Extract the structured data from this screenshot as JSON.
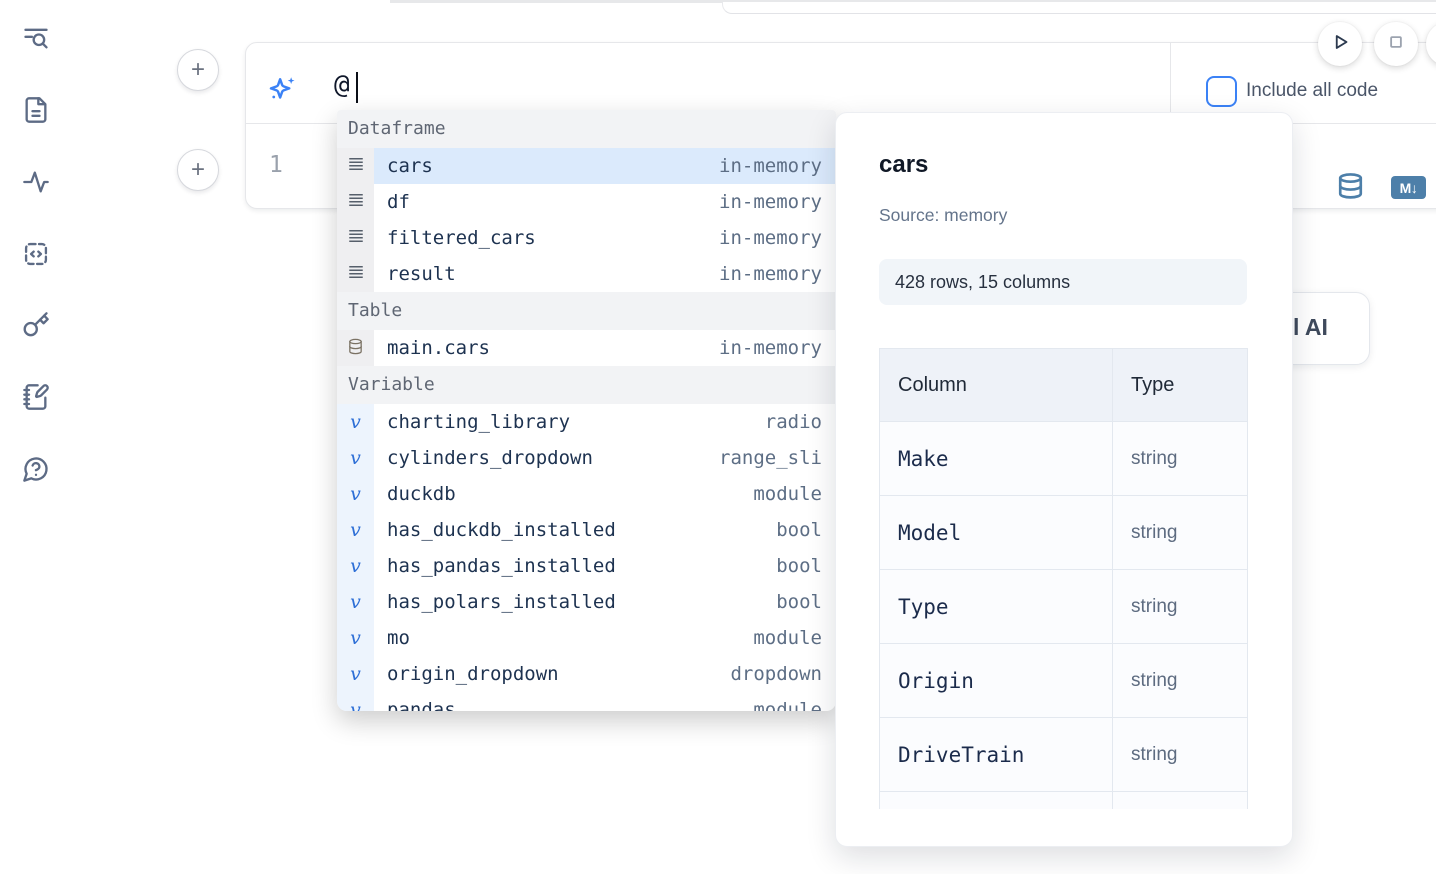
{
  "sidebar": {
    "icons": [
      "list-search",
      "file-text",
      "activity",
      "code-square",
      "key",
      "notebook-pen",
      "help-circle"
    ]
  },
  "run_controls": {
    "play": "play-icon",
    "stop": "stop-icon"
  },
  "cell": {
    "add_cell_top": "+",
    "add_cell_bottom": "+",
    "ai_row": {
      "icon": "sparkles",
      "input_value": "@",
      "include_label": "Include all code",
      "include_checked": false
    },
    "editor": {
      "line_number": "1",
      "database_icon": "database",
      "markdown_glyph": "M↓"
    }
  },
  "autocomplete": {
    "sections": [
      {
        "label": "Dataframe",
        "items": [
          {
            "icon": "dataframe-rows",
            "name": "cars",
            "type": "in-memory",
            "selected": true
          },
          {
            "icon": "dataframe-rows",
            "name": "df",
            "type": "in-memory"
          },
          {
            "icon": "dataframe-rows",
            "name": "filtered_cars",
            "type": "in-memory"
          },
          {
            "icon": "dataframe-rows",
            "name": "result",
            "type": "in-memory"
          }
        ]
      },
      {
        "label": "Table",
        "items": [
          {
            "icon": "database",
            "name": "main.cars",
            "type": "in-memory"
          }
        ]
      },
      {
        "label": "Variable",
        "items": [
          {
            "icon": "variable-v",
            "name": "charting_library",
            "type": "radio"
          },
          {
            "icon": "variable-v",
            "name": "cylinders_dropdown",
            "type": "range_sli"
          },
          {
            "icon": "variable-v",
            "name": "duckdb",
            "type": "module"
          },
          {
            "icon": "variable-v",
            "name": "has_duckdb_installed",
            "type": "bool"
          },
          {
            "icon": "variable-v",
            "name": "has_pandas_installed",
            "type": "bool"
          },
          {
            "icon": "variable-v",
            "name": "has_polars_installed",
            "type": "bool"
          },
          {
            "icon": "variable-v",
            "name": "mo",
            "type": "module"
          },
          {
            "icon": "variable-v",
            "name": "origin_dropdown",
            "type": "dropdown"
          },
          {
            "icon": "variable-v",
            "name": "pandas",
            "type": "module",
            "partial": true
          }
        ]
      }
    ]
  },
  "preview": {
    "title": "cars",
    "source_label": "Source: memory",
    "shape_badge": "428 rows, 15 columns",
    "schema_table": {
      "col_header": "Column",
      "type_header": "Type",
      "rows": [
        {
          "column": "Make",
          "type": "string"
        },
        {
          "column": "Model",
          "type": "string"
        },
        {
          "column": "Type",
          "type": "string"
        },
        {
          "column": "Origin",
          "type": "string"
        },
        {
          "column": "DriveTrain",
          "type": "string"
        }
      ]
    }
  },
  "ai_button": {
    "visible_fragment": "l AI"
  },
  "colors": {
    "accent_blue": "#3b82f6",
    "selected_row": "#dbeafc",
    "steel_blue": "#4d7fa9",
    "sidebar_icon": "#5d6b85",
    "badge_bg": "#f1f5f9"
  }
}
